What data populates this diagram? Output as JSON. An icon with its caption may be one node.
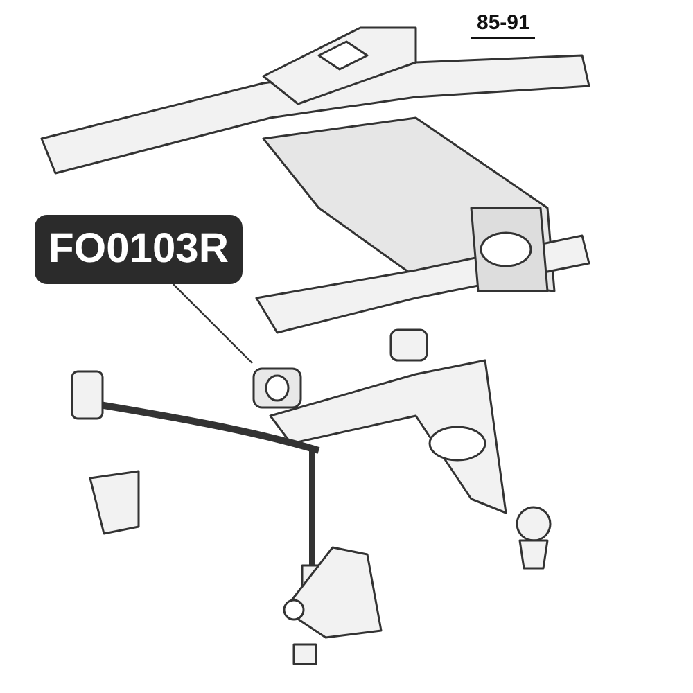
{
  "diagram": {
    "nodes": [
      {
        "text": [
          "FO0103R"
        ]
      },
      {
        "text": [],
        "shape": "picture"
      }
    ],
    "edges": [
      {
        "from": 0,
        "to": 1,
        "arrow": "none"
      }
    ],
    "labels": [
      "85-91"
    ]
  }
}
